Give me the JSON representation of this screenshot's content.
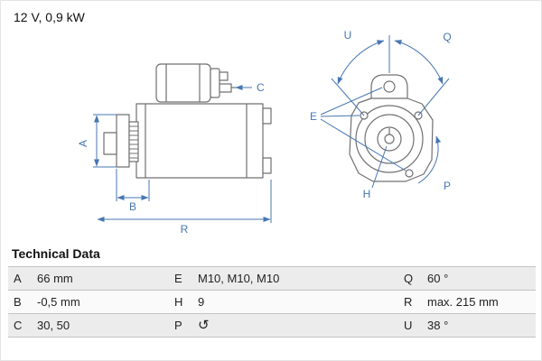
{
  "header": {
    "title": "12 V, 0,9 kW"
  },
  "section": {
    "title": "Technical Data"
  },
  "table": {
    "rows": [
      {
        "c1": {
          "label": "A",
          "value": "66 mm"
        },
        "c2": {
          "label": "E",
          "value": "M10, M10, M10"
        },
        "c3": {
          "label": "Q",
          "value": "60 °"
        }
      },
      {
        "c1": {
          "label": "B",
          "value": "-0,5 mm"
        },
        "c2": {
          "label": "H",
          "value": "9"
        },
        "c3": {
          "label": "R",
          "value": "max. 215 mm"
        }
      },
      {
        "c1": {
          "label": "C",
          "value": "30, 50"
        },
        "c2": {
          "label": "P",
          "value": "↺"
        },
        "c3": {
          "label": "U",
          "value": "38 °"
        }
      }
    ]
  },
  "diagram": {
    "labels": {
      "A": "A",
      "B": "B",
      "C": "C",
      "R": "R",
      "E": "E",
      "H": "H",
      "P": "P",
      "Q": "Q",
      "U": "U"
    }
  },
  "colors": {
    "dimension": "#4777b2",
    "outline": "#707070"
  }
}
